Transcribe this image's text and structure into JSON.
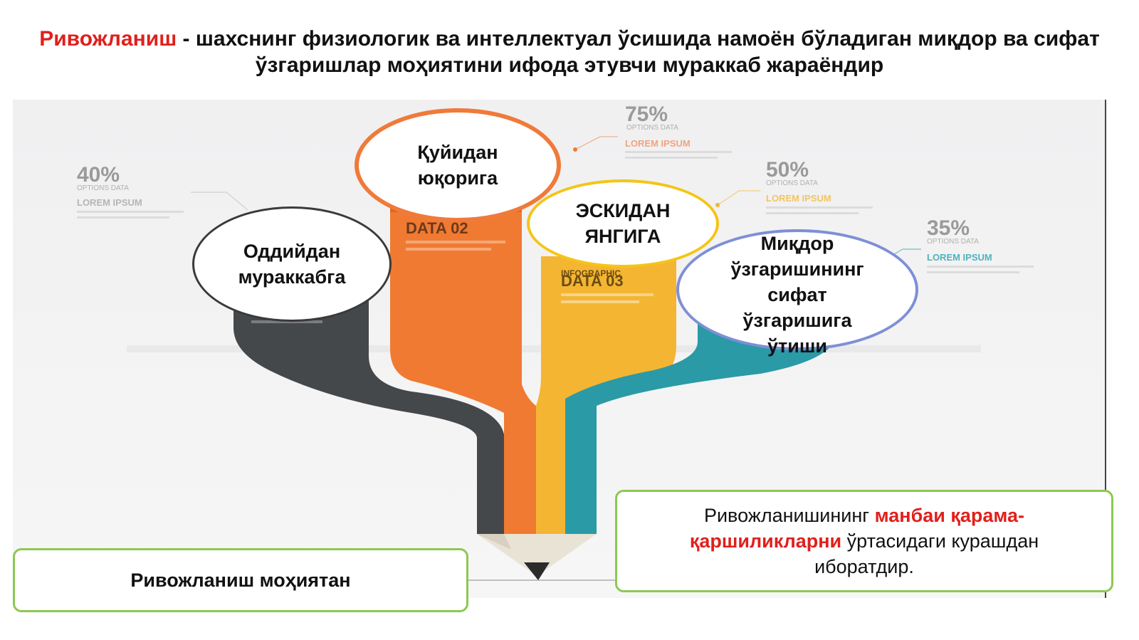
{
  "title": {
    "highlight": "Ривожланиш",
    "rest": " - шахснинг физиологик ва интеллектуал ўсишида намоён бўладиган миқдор ва сифат ўзгаришлар моҳиятини ифода этувчи мураккаб жараёндир"
  },
  "infographic": {
    "percents": [
      "40%",
      "75%",
      "50%",
      "35%"
    ],
    "options": "OPTIONS DATA",
    "lorem": "LOREM IPSUM",
    "infographic_label": "INFOGRAPHIC",
    "data_labels": [
      "DATA 02",
      "DATA 03"
    ]
  },
  "bubbles": {
    "b1": "Оддийдан мураккабга",
    "b2": "Қуйидан юқорига",
    "b3": "ЭСКИДАН ЯНГИГА",
    "b4_lines": [
      "Миқдор",
      "ўзгаришининг",
      "сифат",
      "ўзгаришига",
      "ўтиши"
    ]
  },
  "box_left": "Ривожланиш моҳиятан",
  "box_right": {
    "before": "Ривожланишининг ",
    "highlight": "манбаи қарама-қаршиликларни",
    "after": " ўртасидаги курашдан иборатдир."
  },
  "colors": {
    "dark": "#3f4144",
    "orange": "#f07a32",
    "yellow": "#f4b533",
    "teal": "#2a9aa6",
    "accent_red": "#e0201c",
    "box_border": "#8dc852"
  }
}
